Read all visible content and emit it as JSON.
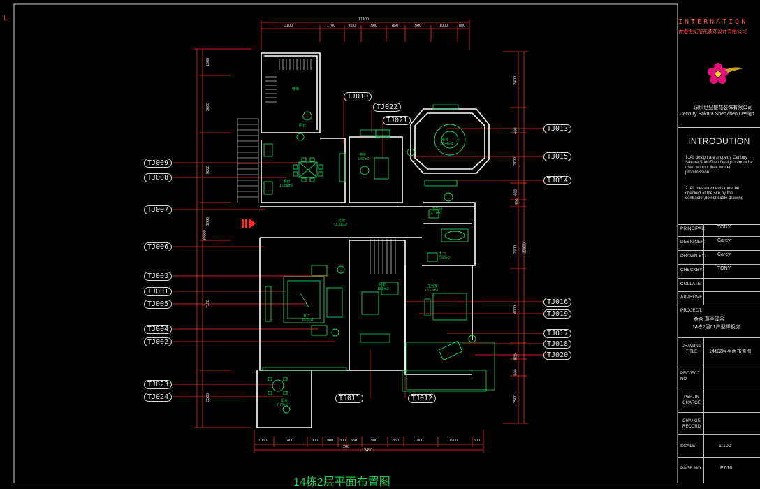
{
  "corner_mark": "L",
  "drawing_title": "14栋2层平面布置图",
  "title_block": {
    "company_en_top": "INTERNATION",
    "company_cn_top": "香港世纪樱花装饰设计有限公司",
    "company_cn": "深圳世纪樱花装饰有限公司",
    "company_en": "Century Sakura ShenZhen Design",
    "intro_heading": "INTRODUTION",
    "note1": "1.    All design are property Century Sakura ShenZhen Design cannot be used without their written prommission",
    "note2": "2.    All measurements must be checked at the site by  the contractor,do not scale drawing",
    "rows": [
      {
        "key": "PRINCIPAL:",
        "value": "TONY"
      },
      {
        "key": "DESIGNER:",
        "value": "Carey"
      },
      {
        "key": "DRAWN BY:",
        "value": "Carey"
      },
      {
        "key": "CHECKBY:",
        "value": "TONY"
      },
      {
        "key": "COLLATE:",
        "value": ""
      },
      {
        "key": "APPROVE:",
        "value": ""
      }
    ],
    "project_label": "PROJECT:",
    "project_line1": "金众 葛兰溪谷",
    "project_line2": "14栋2层01户型样板房",
    "drawing_title_label": "DRAWING TITLE",
    "drawing_title_value": "14栋2层平面布置图",
    "project_no_label": "PROJECT NO.",
    "per_in_charge_label": "PER. IN CHARGE",
    "change_record_label": "CHANGE RECORD",
    "scale_label": "SCALE:",
    "scale_value": "1:100",
    "page_label": "PAGE NO.:",
    "page_value": "P.010"
  },
  "dimensions": {
    "top_total": "11400",
    "top_segments": [
      "3100",
      "1700",
      "650",
      "1500",
      "850",
      "1500",
      "1900",
      "600"
    ],
    "bottom_total": "12450",
    "bottom_small": "200",
    "bottom_segments": [
      "1050",
      "1800",
      "900",
      "900",
      "300",
      "650",
      "1500",
      "850",
      "1800",
      "1900",
      "600"
    ],
    "left_total": "20000",
    "left_segments": [
      "1500",
      "3000",
      "3000",
      "1650",
      "7150",
      "3500"
    ],
    "right_total": "20900",
    "right_segments": [
      "3400",
      "600",
      "2700",
      "600",
      "300",
      "2900",
      "4000",
      "900",
      "800",
      "2500"
    ]
  },
  "tags": {
    "left": [
      "TJ009",
      "TJ008",
      "TJ007",
      "TJ006",
      "TJ003",
      "TJ001",
      "TJ005",
      "TJ004",
      "TJ002",
      "TJ023",
      "TJ024"
    ],
    "top": [
      "TJ010",
      "TJ022",
      "TJ021"
    ],
    "right": [
      "TJ013",
      "TJ015",
      "TJ014",
      "TJ016",
      "TJ019",
      "TJ017",
      "TJ018",
      "TJ020"
    ],
    "bottom": [
      "TJ011",
      "TJ012"
    ]
  },
  "rooms": {
    "stair": "楼梯",
    "balcony_top": "阳台",
    "dining": "餐厅",
    "dining_area": "15.86m2",
    "study": "书房",
    "study_area": "5.52m2",
    "round_room": "茶室",
    "round_room_area": "15.48m2",
    "corridor": "过道",
    "corridor_area": "18.58m2",
    "wc1": "卫生间",
    "wc1_area": "2.71m2",
    "wc2": "主卫",
    "wc2_area": "6.99m2",
    "living": "客厅",
    "living_area": "36.6m2",
    "bedroom": "卧室",
    "bedroom_area": "13.8m2",
    "master": "主卧室",
    "master_area": "20.79m2",
    "balcony_bottom": "阳台",
    "balcony_bottom_area": "7.78m2"
  },
  "colors": {
    "wall": "#ffffff",
    "furniture": "#19d660",
    "dimension": "#ff2a2a",
    "tag": "#e8e8e8",
    "title": "#1fcc55"
  }
}
